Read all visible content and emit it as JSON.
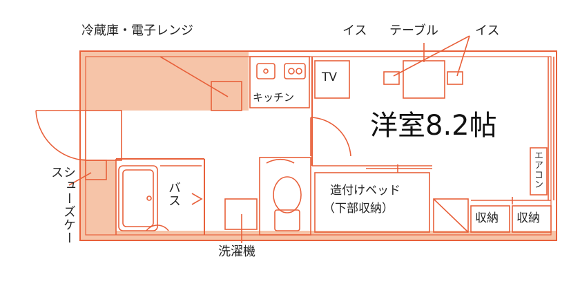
{
  "labels": {
    "fridge": "冷蔵庫・電子レンジ",
    "chair_left": "イス",
    "table": "テーブル",
    "chair_right": "イス",
    "tv": "TV",
    "kitchen": "キッチン",
    "western_room": "洋室8.2帖",
    "aircon": "エアコン",
    "shoe_case": "シューズケース",
    "bath": "バス",
    "bed_line1": "造付けベッド",
    "bed_line2": "（下部収納）",
    "storage_1": "収納",
    "storage_2": "収納",
    "washer": "洗濯機"
  },
  "colors": {
    "wall": "#e8603a",
    "floor_fill": "#f6c4a8",
    "text": "#222222"
  }
}
